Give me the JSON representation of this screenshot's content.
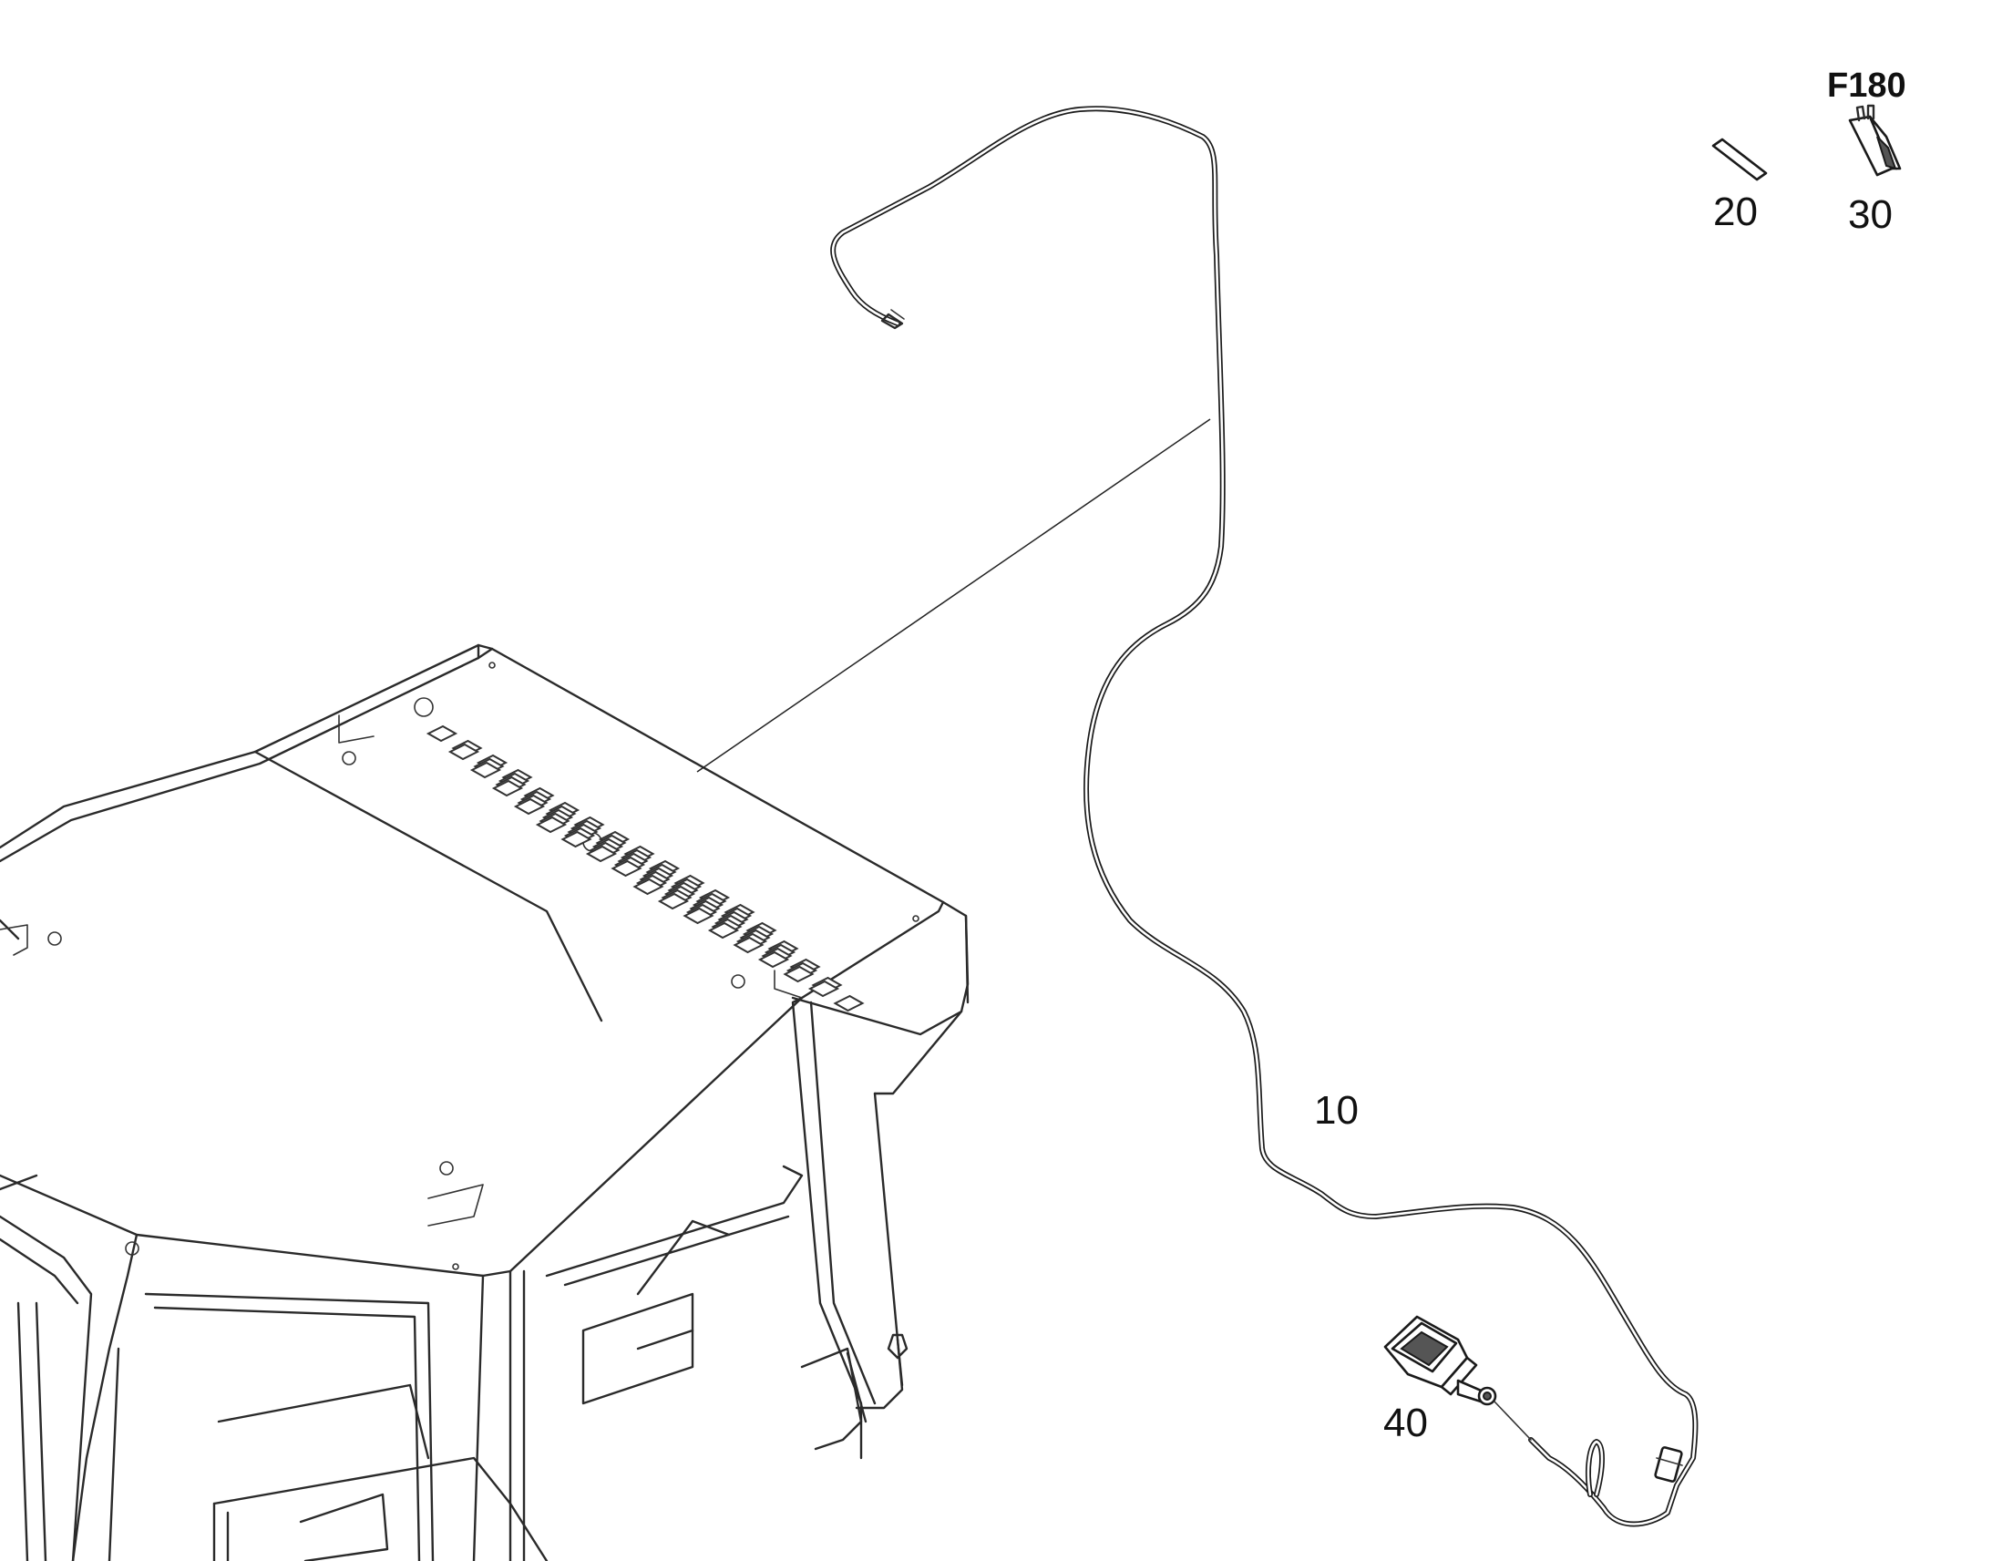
{
  "callouts": {
    "cable": "10",
    "label_strip": "20",
    "fuse": "30",
    "buckle": "40",
    "fuse_designation": "F180"
  }
}
